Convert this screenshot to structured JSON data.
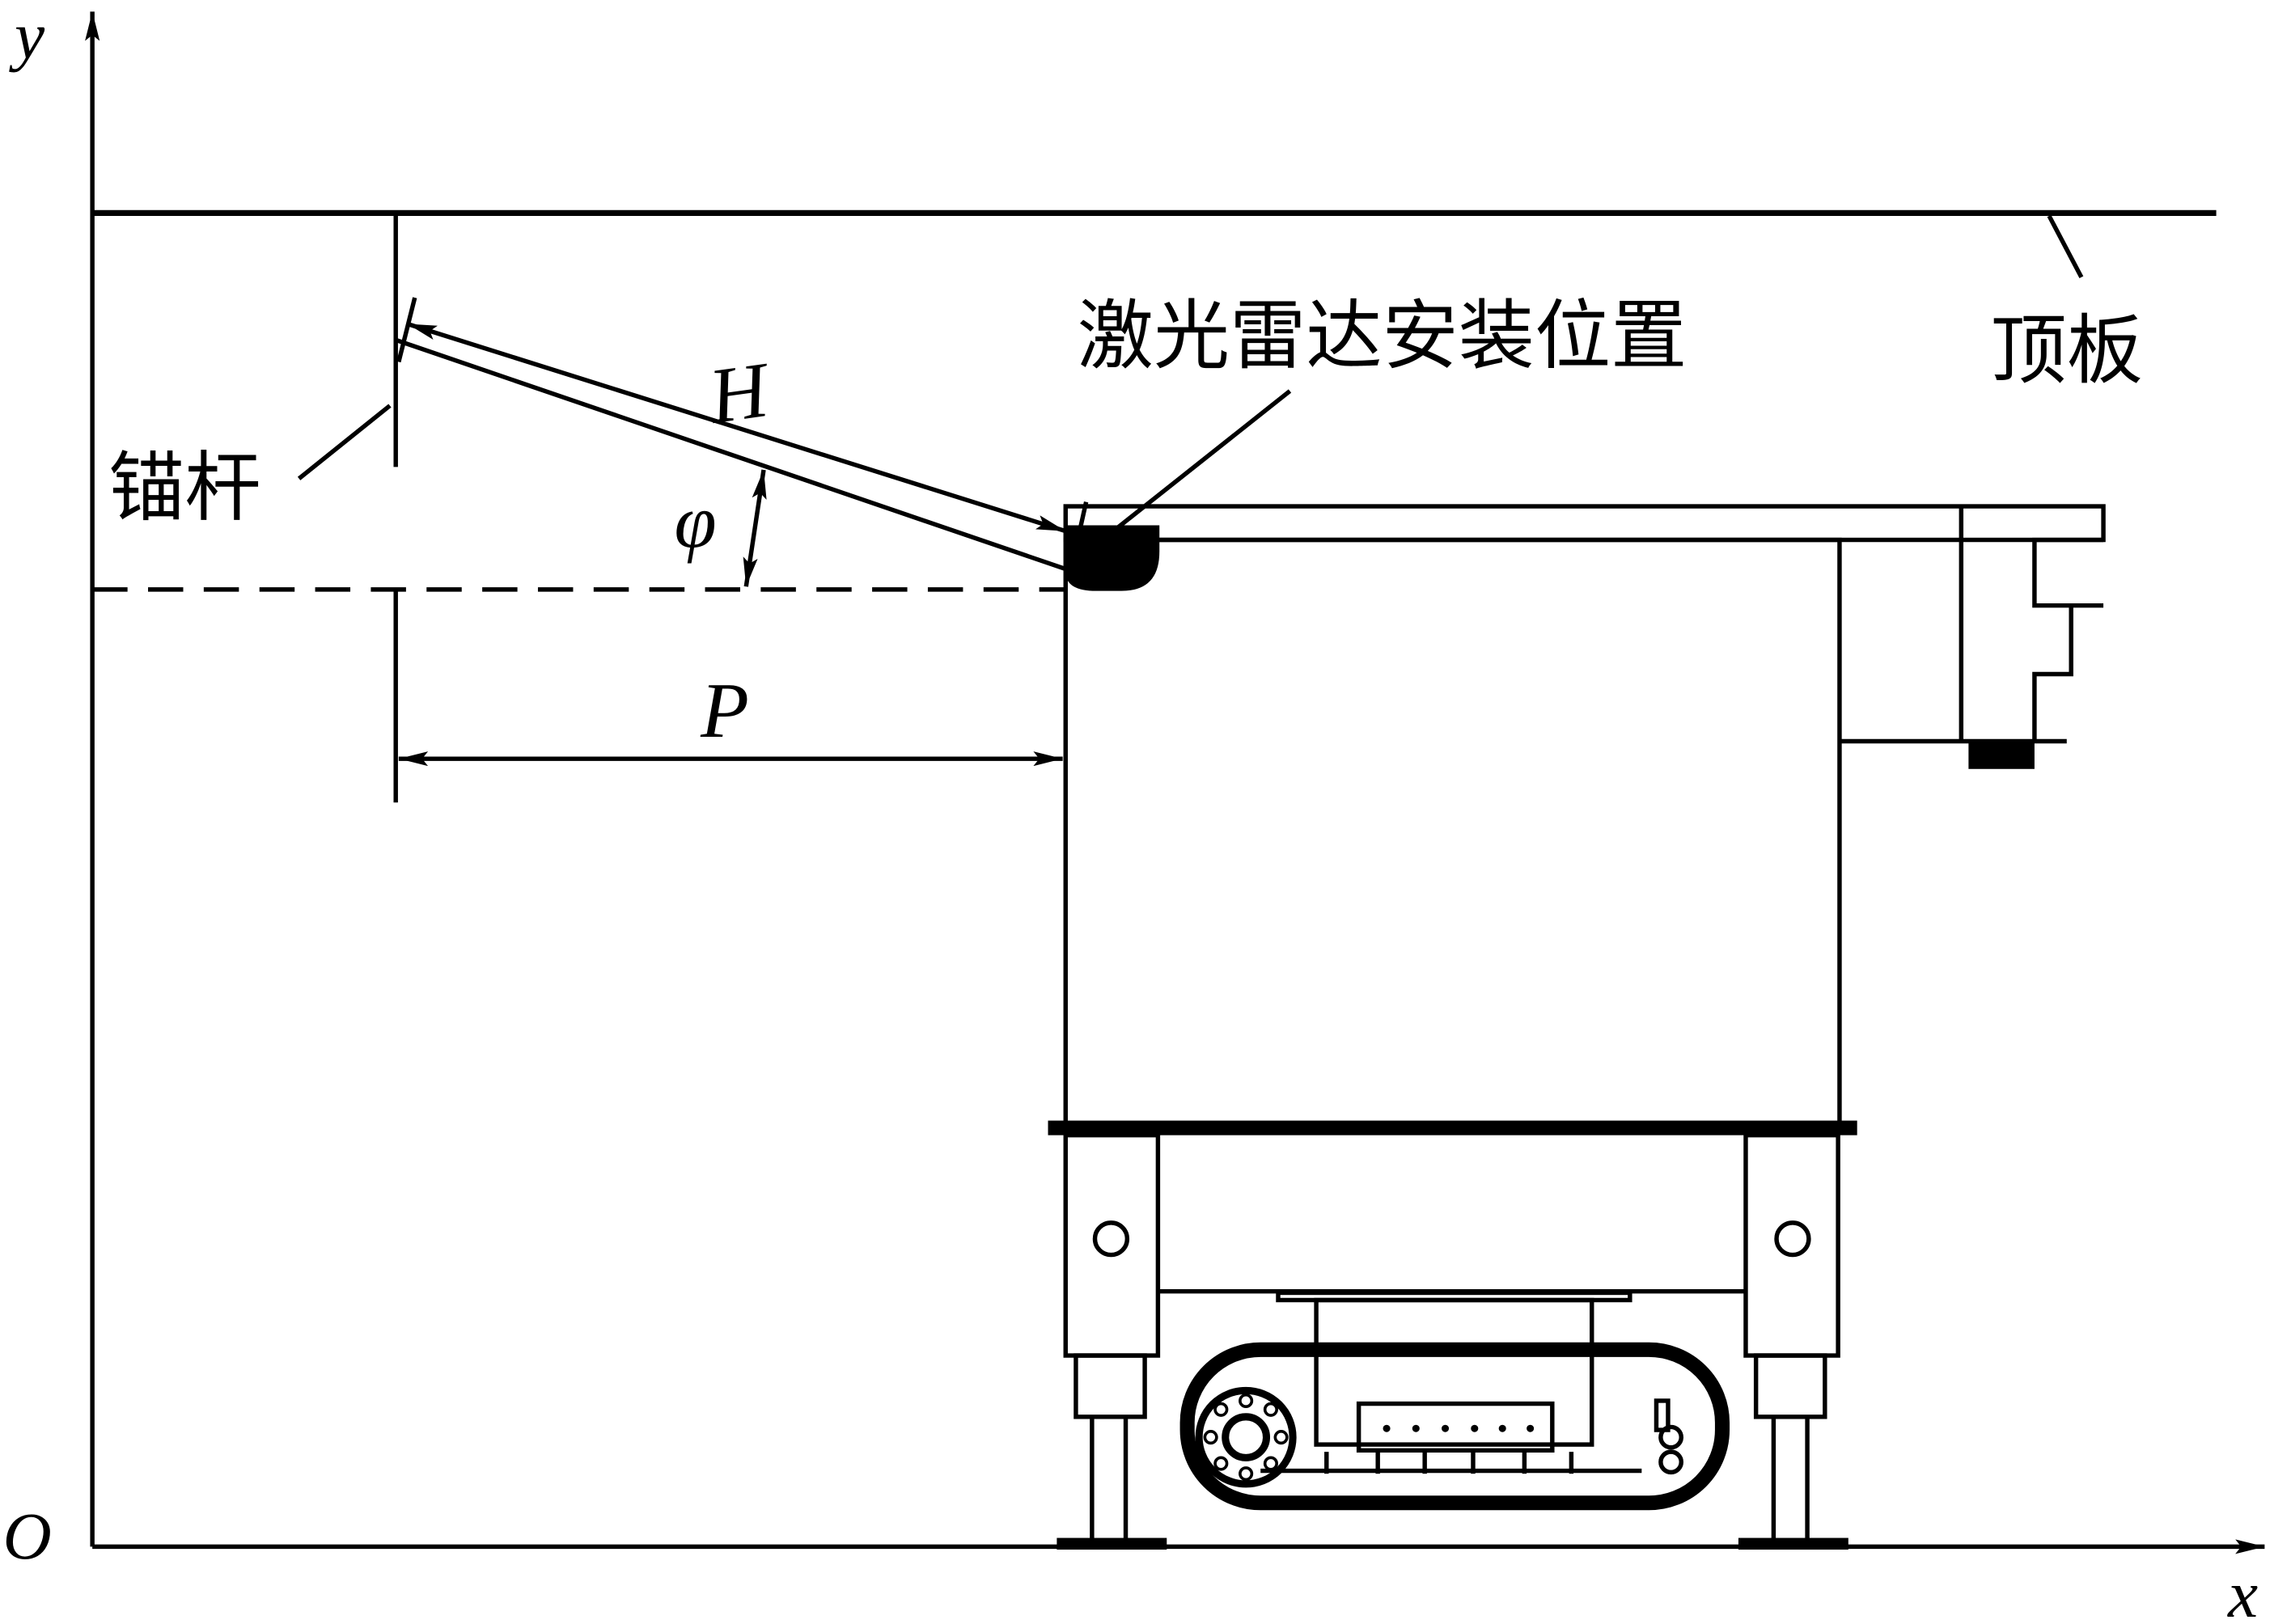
{
  "figure": {
    "axes": {
      "x_label": "x",
      "y_label": "y",
      "origin_label": "O"
    },
    "labels": {
      "roof": "顶板",
      "anchor_bolt": "锚杆",
      "lidar_mount": "激光雷达安装位置",
      "distance_H": "H",
      "angle_phi": "φ",
      "distance_P": "P"
    },
    "colors": {
      "line": "#000000",
      "background": "#ffffff"
    }
  }
}
